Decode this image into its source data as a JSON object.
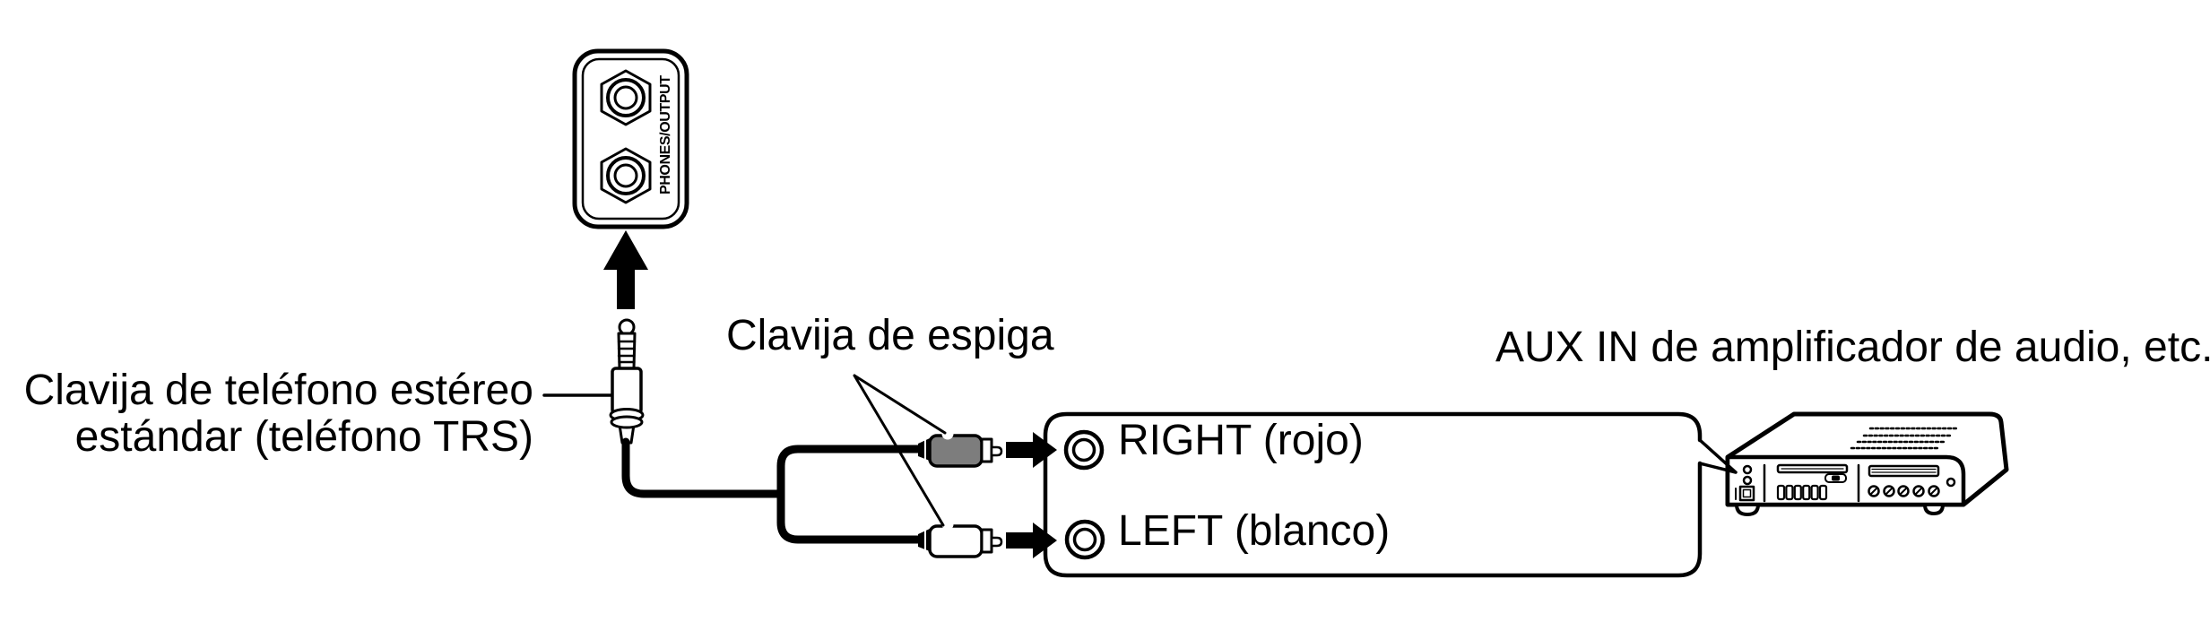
{
  "labels": {
    "phones_output": "PHONES/OUTPUT",
    "trs_plug": {
      "line1": "Clavija de teléfono estéreo",
      "line2": "estándar (teléfono TRS)"
    },
    "pin_plug": "Clavija de espiga",
    "right_jack": "RIGHT (rojo)",
    "left_jack": "LEFT (blanco)",
    "aux_in": "AUX IN de amplificador de audio, etc."
  },
  "colors": {
    "line": "#000000",
    "background": "#ffffff",
    "red_pin_plug_fill": "#7d7d7d",
    "white_pin_plug_fill": "#ffffff"
  }
}
